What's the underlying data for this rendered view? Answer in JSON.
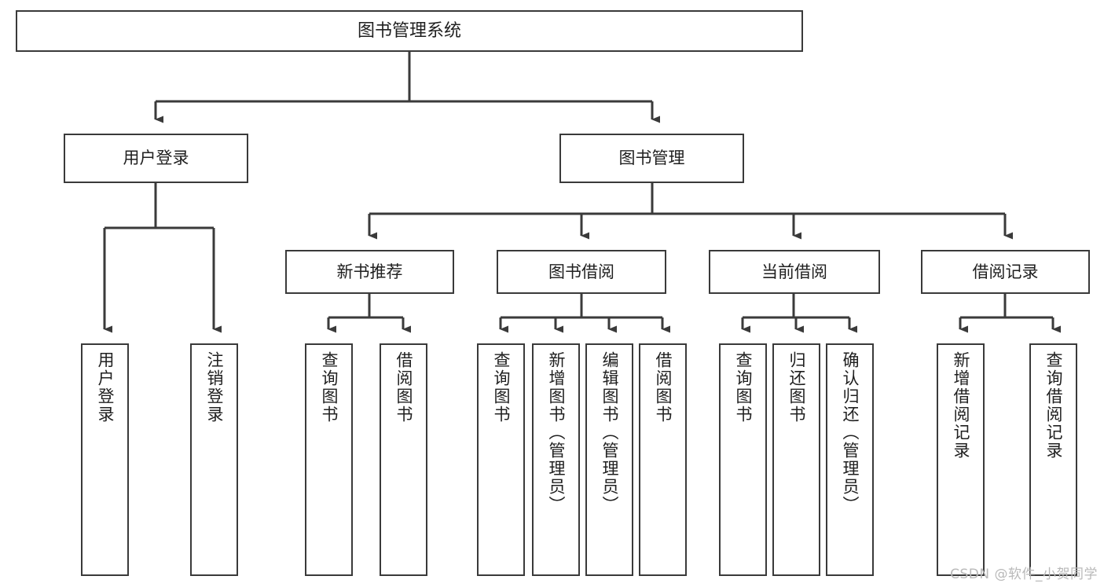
{
  "diagram": {
    "title": "图书管理系统",
    "type": "tree-hierarchy",
    "orientation": "top-down",
    "colors": {
      "box_border": "#3a3a3a",
      "box_fill": "#ffffff",
      "edge": "#3a3a3a",
      "text": "#202020",
      "watermark": "#b9b9b9"
    },
    "nodes": {
      "root": {
        "label": "图书管理系统"
      },
      "user_login": {
        "label": "用户登录"
      },
      "book_manage": {
        "label": "图书管理"
      },
      "new_book_rec": {
        "label": "新书推荐"
      },
      "book_borrow": {
        "label": "图书借阅"
      },
      "current_borrow": {
        "label": "当前借阅"
      },
      "borrow_record": {
        "label": "借阅记录"
      },
      "leaf_user_login": {
        "label": "用户登录"
      },
      "leaf_logout": {
        "label": "注销登录"
      },
      "leaf_query_book_1": {
        "label": "查询图书"
      },
      "leaf_borrow_book_1": {
        "label": "借阅图书"
      },
      "leaf_query_book_2": {
        "label": "查询图书"
      },
      "leaf_add_book_admin": {
        "label": "新增图书（管理员）"
      },
      "leaf_edit_book_admin": {
        "label": "编辑图书（管理员）"
      },
      "leaf_borrow_book_2": {
        "label": "借阅图书"
      },
      "leaf_query_book_3": {
        "label": "查询图书"
      },
      "leaf_return_book": {
        "label": "归还图书"
      },
      "leaf_confirm_return_admin": {
        "label": "确认归还（管理员）"
      },
      "leaf_add_record": {
        "label": "新增借阅记录"
      },
      "leaf_query_record": {
        "label": "查询借阅记录"
      }
    },
    "edges": [
      {
        "from": "root",
        "to": "user_login"
      },
      {
        "from": "root",
        "to": "book_manage"
      },
      {
        "from": "user_login",
        "to": "leaf_user_login"
      },
      {
        "from": "user_login",
        "to": "leaf_logout"
      },
      {
        "from": "book_manage",
        "to": "new_book_rec"
      },
      {
        "from": "book_manage",
        "to": "book_borrow"
      },
      {
        "from": "book_manage",
        "to": "current_borrow"
      },
      {
        "from": "book_manage",
        "to": "borrow_record"
      },
      {
        "from": "new_book_rec",
        "to": "leaf_query_book_1"
      },
      {
        "from": "new_book_rec",
        "to": "leaf_borrow_book_1"
      },
      {
        "from": "book_borrow",
        "to": "leaf_query_book_2"
      },
      {
        "from": "book_borrow",
        "to": "leaf_add_book_admin"
      },
      {
        "from": "book_borrow",
        "to": "leaf_edit_book_admin"
      },
      {
        "from": "book_borrow",
        "to": "leaf_borrow_book_2"
      },
      {
        "from": "current_borrow",
        "to": "leaf_query_book_3"
      },
      {
        "from": "current_borrow",
        "to": "leaf_return_book"
      },
      {
        "from": "current_borrow",
        "to": "leaf_confirm_return_admin"
      },
      {
        "from": "borrow_record",
        "to": "leaf_add_record"
      },
      {
        "from": "borrow_record",
        "to": "leaf_query_record"
      }
    ]
  },
  "watermark": {
    "text": "CSDN @软件_小贺同学"
  }
}
